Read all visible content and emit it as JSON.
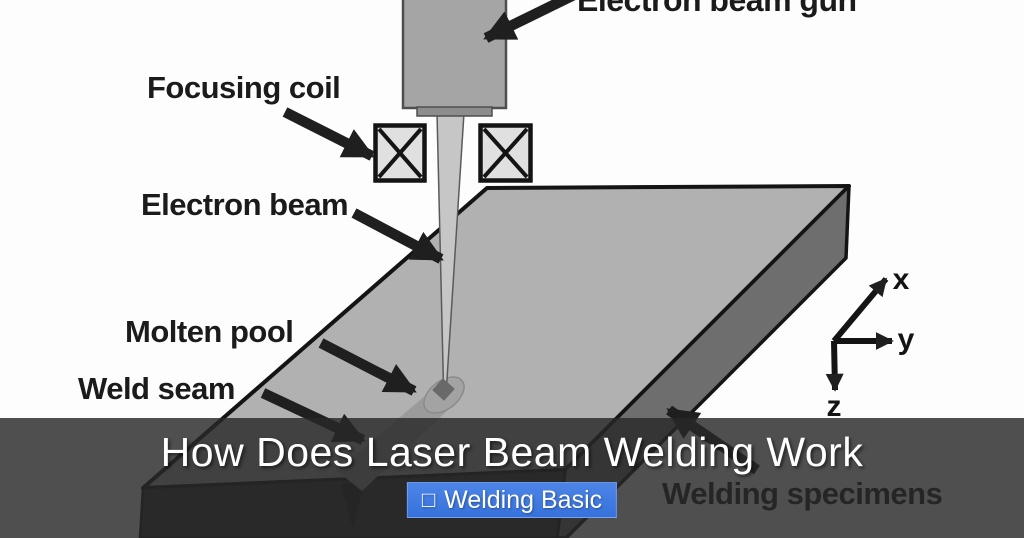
{
  "diagram": {
    "labels": {
      "electron_beam_gun": "Electron beam gun",
      "focusing_coil": "Focusing coil",
      "electron_beam": "Electron beam",
      "molten_pool": "Molten pool",
      "weld_seam": "Weld seam",
      "welding_specimens": "Welding specimens"
    },
    "axes": {
      "x": "x",
      "y": "y",
      "z": "z"
    }
  },
  "caption": {
    "title": "How Does Laser Beam Welding Work",
    "badge": {
      "icon": "□",
      "label": "Welding Basic"
    }
  },
  "colors": {
    "background": "#fdfdfd",
    "plate_top": "#b1b1b1",
    "plate_side": "#6e6e6e",
    "plate_front": "#2d2d2d",
    "gun_body": "#a5a5a5",
    "beam": "#c6c6c6",
    "label_text": "#1b1b1b",
    "caption_band": "#4e4e4e",
    "title_text": "#ffffff",
    "badge_blue": "#3f7be0"
  }
}
